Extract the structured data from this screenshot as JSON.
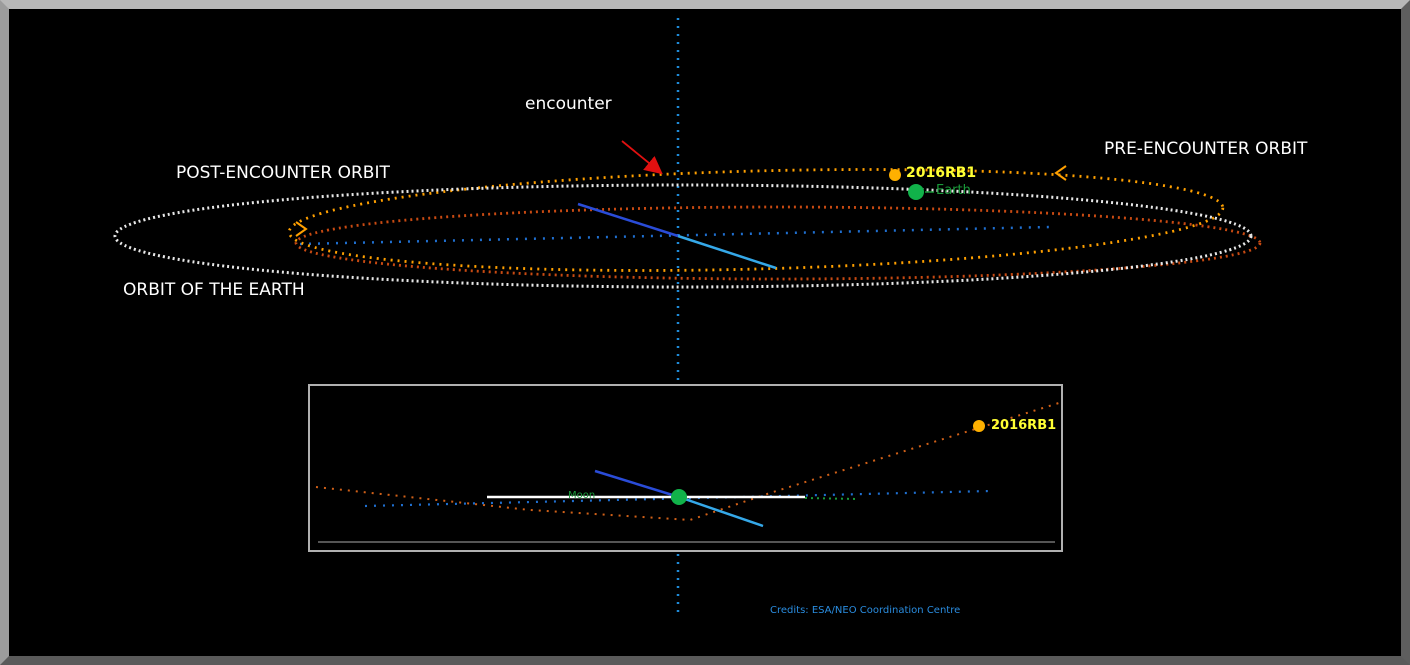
{
  "labels": {
    "encounter": "encounter",
    "post_encounter_orbit": "POST-ENCOUNTER ORBIT",
    "pre_encounter_orbit": "PRE-ENCOUNTER ORBIT",
    "orbit_of_the_earth": "ORBIT OF THE EARTH"
  },
  "objects": {
    "asteroid": "2016RB1",
    "earth": "Earth",
    "moon": "Moon",
    "inset_asteroid": "2016RB1"
  },
  "credits": "Credits: ESA/NEO Coordination Centre",
  "colors": {
    "background": "#000000",
    "earth_orbit": "#e8e8e8",
    "pre_encounter_orbit": "#ffa000",
    "post_encounter_orbit": "#d04a10",
    "asteroid": "#ffb000",
    "asteroid_label": "#ffff33",
    "earth": "#11b24a",
    "earth_label": "#1a9a3a",
    "axis": "#1f8bd8",
    "encounter_arrow": "#e01010",
    "credits": "#2a8de0"
  }
}
